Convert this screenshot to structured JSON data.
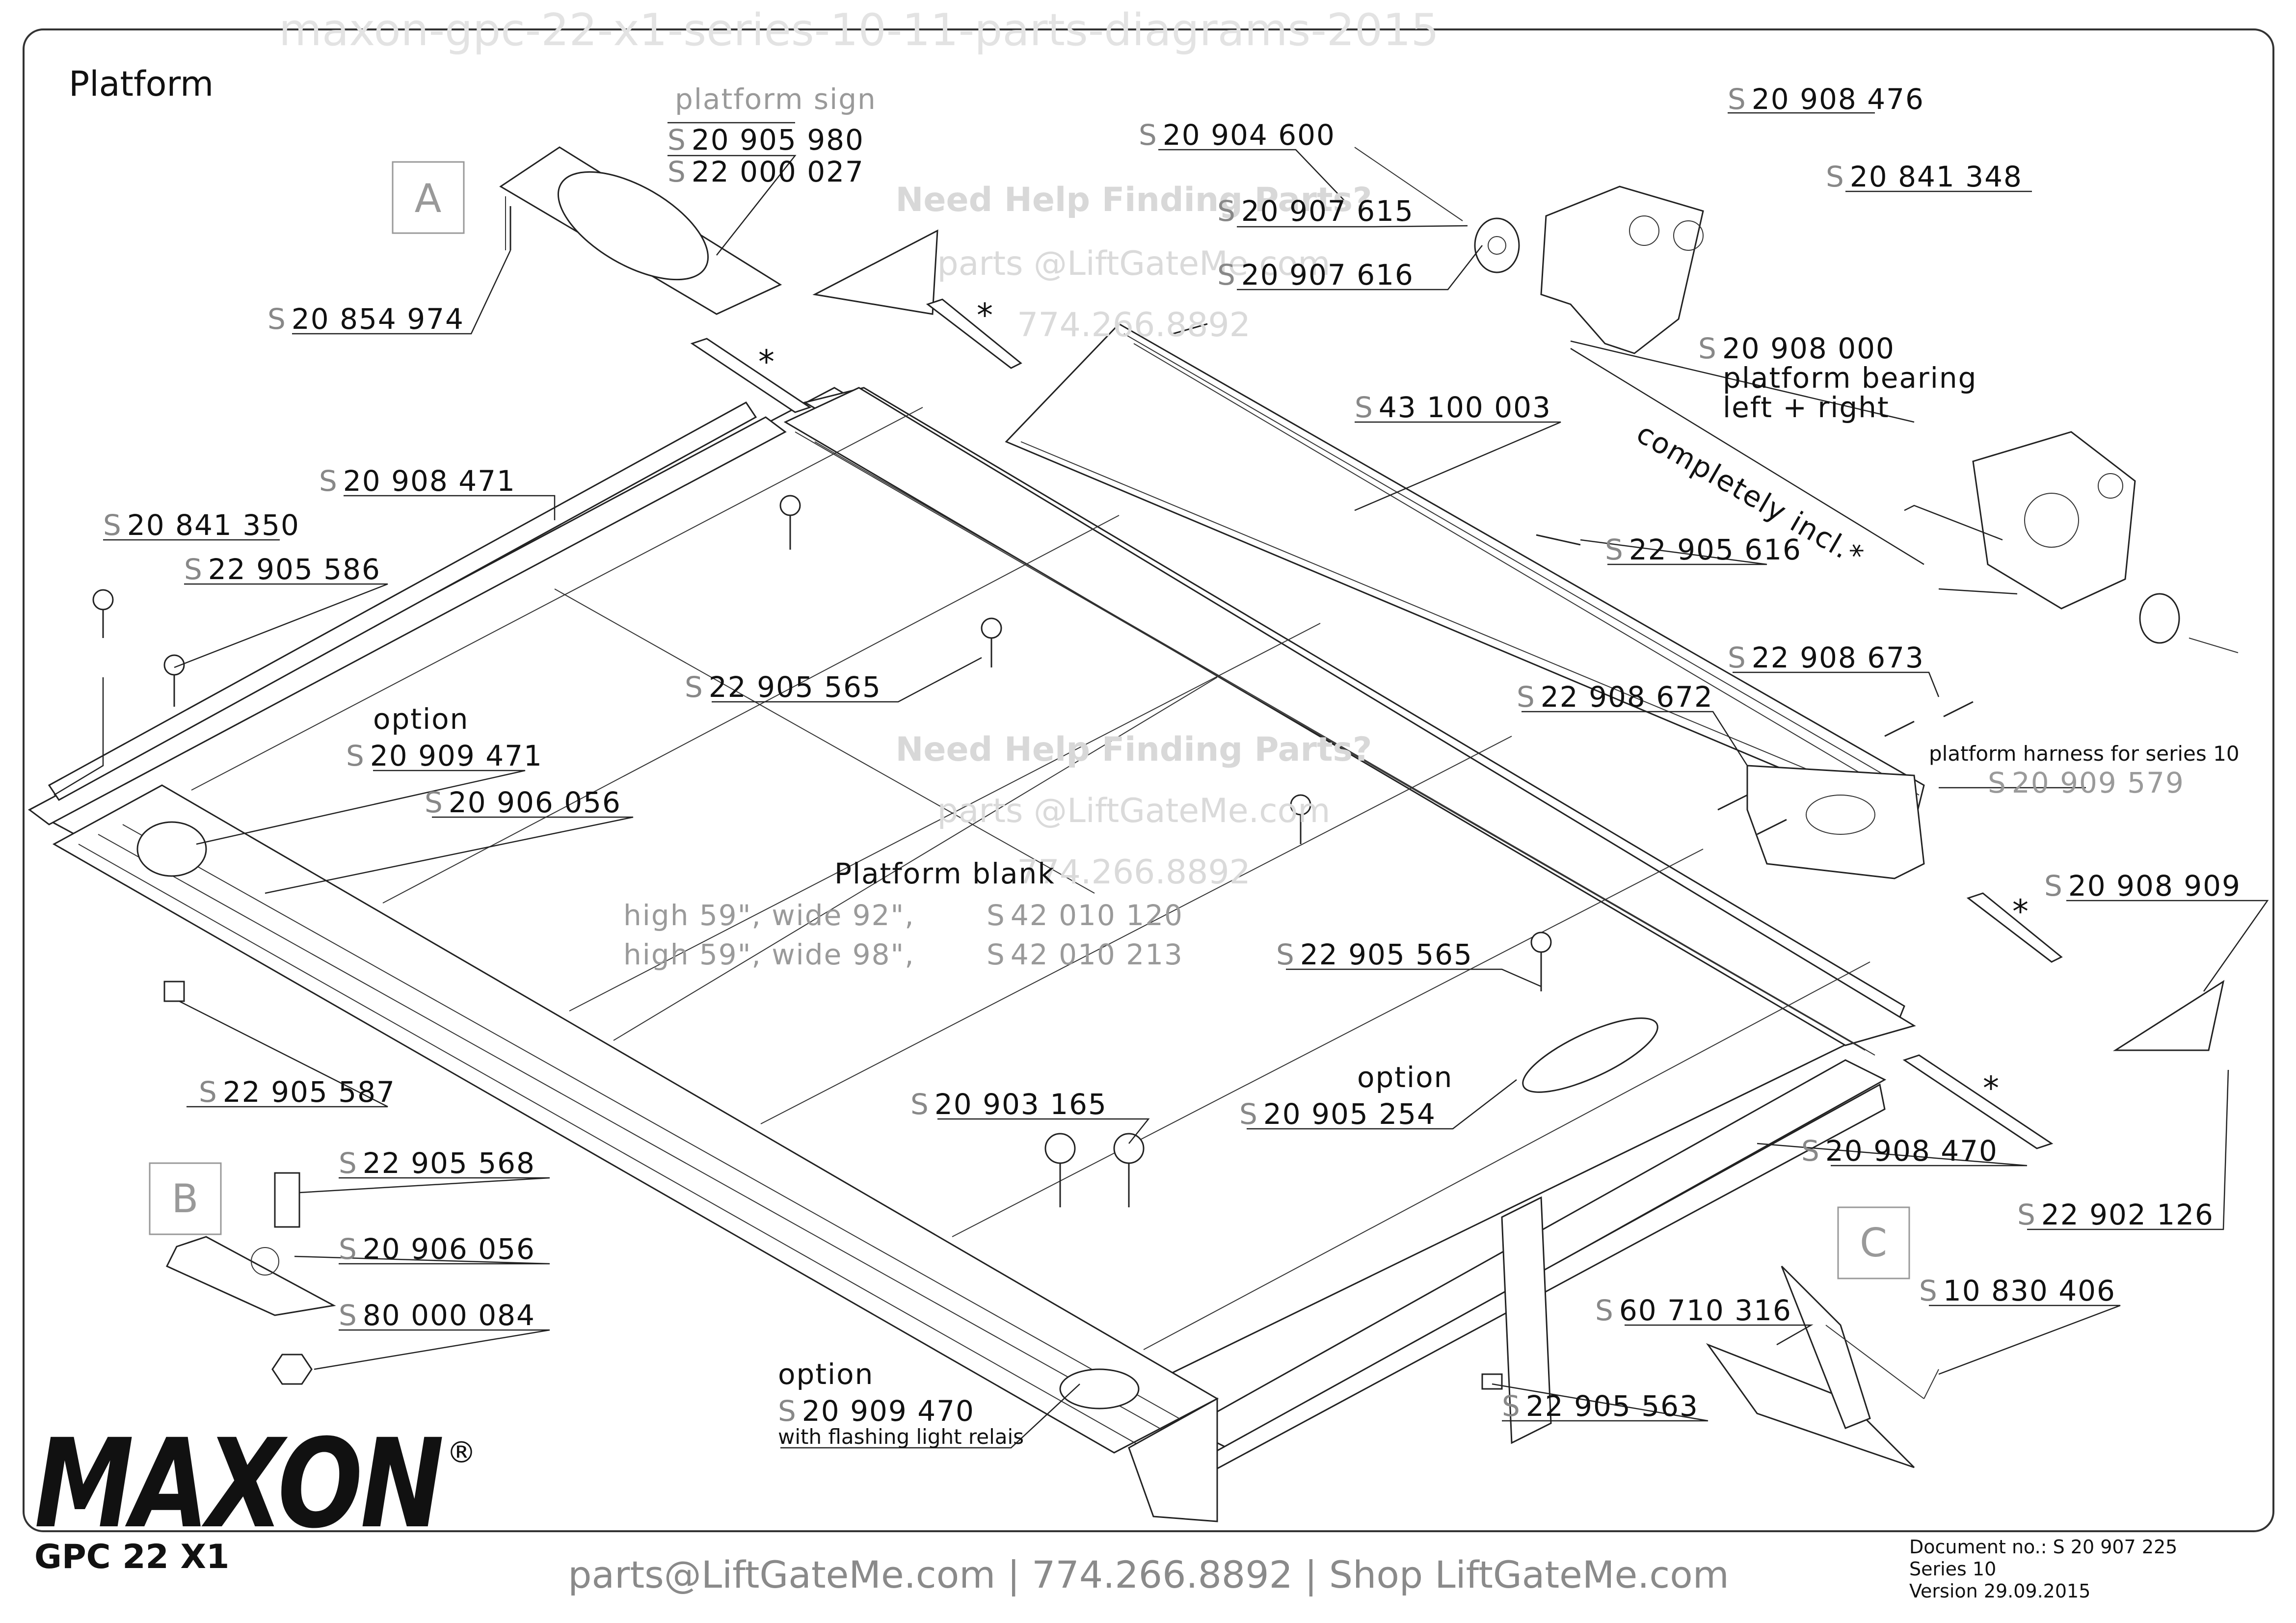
{
  "header": {
    "watermark_title": "maxon-gpc-22-x1-series-10-11-parts-diagrams-2015",
    "section_title": "Platform"
  },
  "watermarks": [
    {
      "line1": "Need Help Finding Parts?",
      "line2": "parts @LiftGateMe.com",
      "line3": "774.266.8892"
    },
    {
      "line1": "Need Help Finding Parts?",
      "line2": "parts @LiftGateMe.com",
      "line3": "774.266.8892"
    }
  ],
  "detail_markers": {
    "a": "A",
    "b": "B",
    "c": "C"
  },
  "prefix": "S",
  "parts": {
    "platform_sign_label": "platform sign",
    "p20905980": "20 905 980",
    "p22000027": "22 000 027",
    "p20854974": "20 854 974",
    "p20904600": "20 904 600",
    "p20907615": "20 907 615",
    "p20907616": "20 907 616",
    "p20908476": "20 908 476",
    "p20841348": "20 841 348",
    "p20908000": "20 908 000",
    "bearing_label_1": "platform bearing",
    "bearing_label_2": "left + right",
    "completely_incl": "completely incl.*",
    "p43100003": "43 100 003",
    "p20908471": "20 908 471",
    "p20841350": "20 841 350",
    "p22905586": "22 905 586",
    "p22905616": "22 905 616",
    "p22905565a": "22 905 565",
    "p22908673": "22 908 673",
    "p22908672": "22 908 672",
    "option_1": "option",
    "p20909471": "20 909 471",
    "p20906056a": "20 906 056",
    "harness_label": "platform harness for series 10",
    "p20909579": "20 909 579",
    "blank_title": "Platform blank",
    "blank_row1_desc": "high 59\", wide 92\",",
    "blank_row1_part": "42 010 120",
    "blank_row2_desc": "high 59\", wide 98\",",
    "blank_row2_part": "42 010 213",
    "p20908909": "20 908 909",
    "p22905565b": "22 905 565",
    "p22905587": "22 905 587",
    "option_2": "option",
    "p20905254": "20 905 254",
    "p20903165": "20 903 165",
    "p20908470": "20 908 470",
    "p22902126": "22 902 126",
    "p22905568": "22 905 568",
    "p20906056b": "20 906 056",
    "p80000084": "80 000 084",
    "p60710316": "60 710 316",
    "p10830406": "10 830 406",
    "p22905563": "22 905 563",
    "option_3": "option",
    "p20909470": "20 909 470",
    "flashing_label": "with flashing light relais",
    "asterisk": "*"
  },
  "footer": {
    "brand": "MAXON",
    "registered": "®",
    "model": "GPC 22 X1",
    "contact": "parts@LiftGateMe.com | 774.266.8892 | Shop LiftGateMe.com",
    "doc_no": "Document no.: S 20 907 225",
    "series": "Series 10",
    "version": "Version 29.09.2015"
  }
}
